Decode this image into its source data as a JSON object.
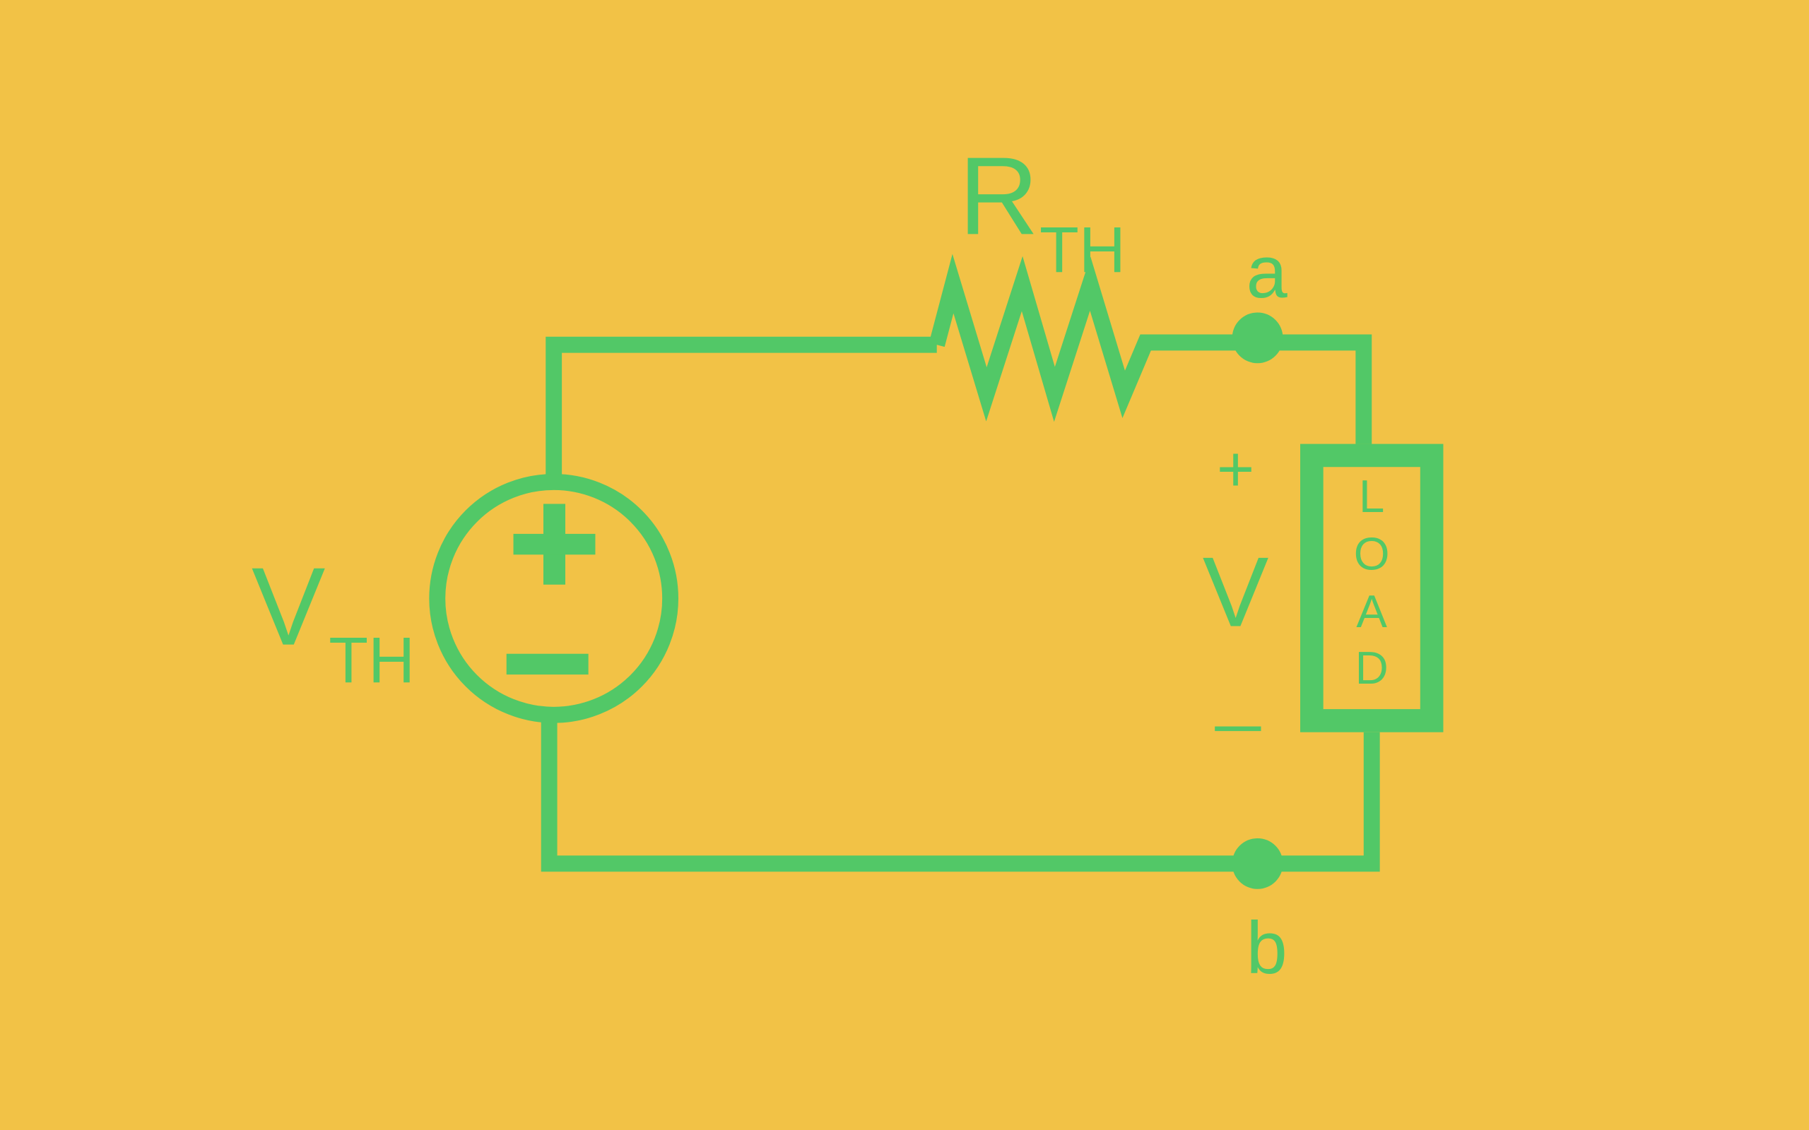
{
  "diagram": {
    "title": "Thevenin equivalent circuit",
    "colors": {
      "background": "#F2C246",
      "circuit": "#52C867"
    },
    "source": {
      "label_main": "V",
      "label_sub": "TH",
      "plus_icon": "plus-icon",
      "minus_icon": "minus-icon"
    },
    "resistor": {
      "label_main": "R",
      "label_sub": "TH"
    },
    "nodes": {
      "a": "a",
      "b": "b"
    },
    "load": {
      "letters": [
        "L",
        "O",
        "A",
        "D"
      ]
    },
    "voltage": {
      "plus": "+",
      "label": "V"
    }
  }
}
